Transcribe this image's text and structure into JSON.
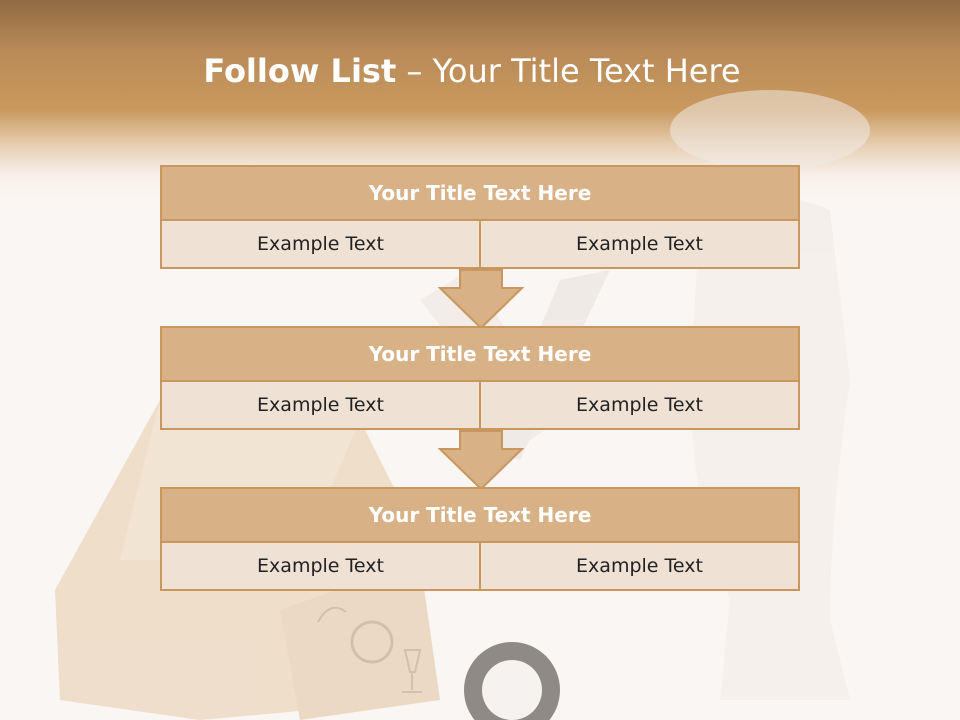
{
  "title": {
    "bold": "Follow List",
    "rest": " – Your Title Text Here"
  },
  "blocks": [
    {
      "title": "Your Title Text Here",
      "cells": [
        "Example Text",
        "Example Text"
      ]
    },
    {
      "title": "Your Title Text Here",
      "cells": [
        "Example Text",
        "Example Text"
      ]
    },
    {
      "title": "Your Title Text Here",
      "cells": [
        "Example Text",
        "Example Text"
      ]
    }
  ],
  "colors": {
    "header": "#c9995e",
    "block_title_bg": "#d9b186",
    "block_cell_bg": "#efe2d4",
    "border": "#c9975e"
  }
}
